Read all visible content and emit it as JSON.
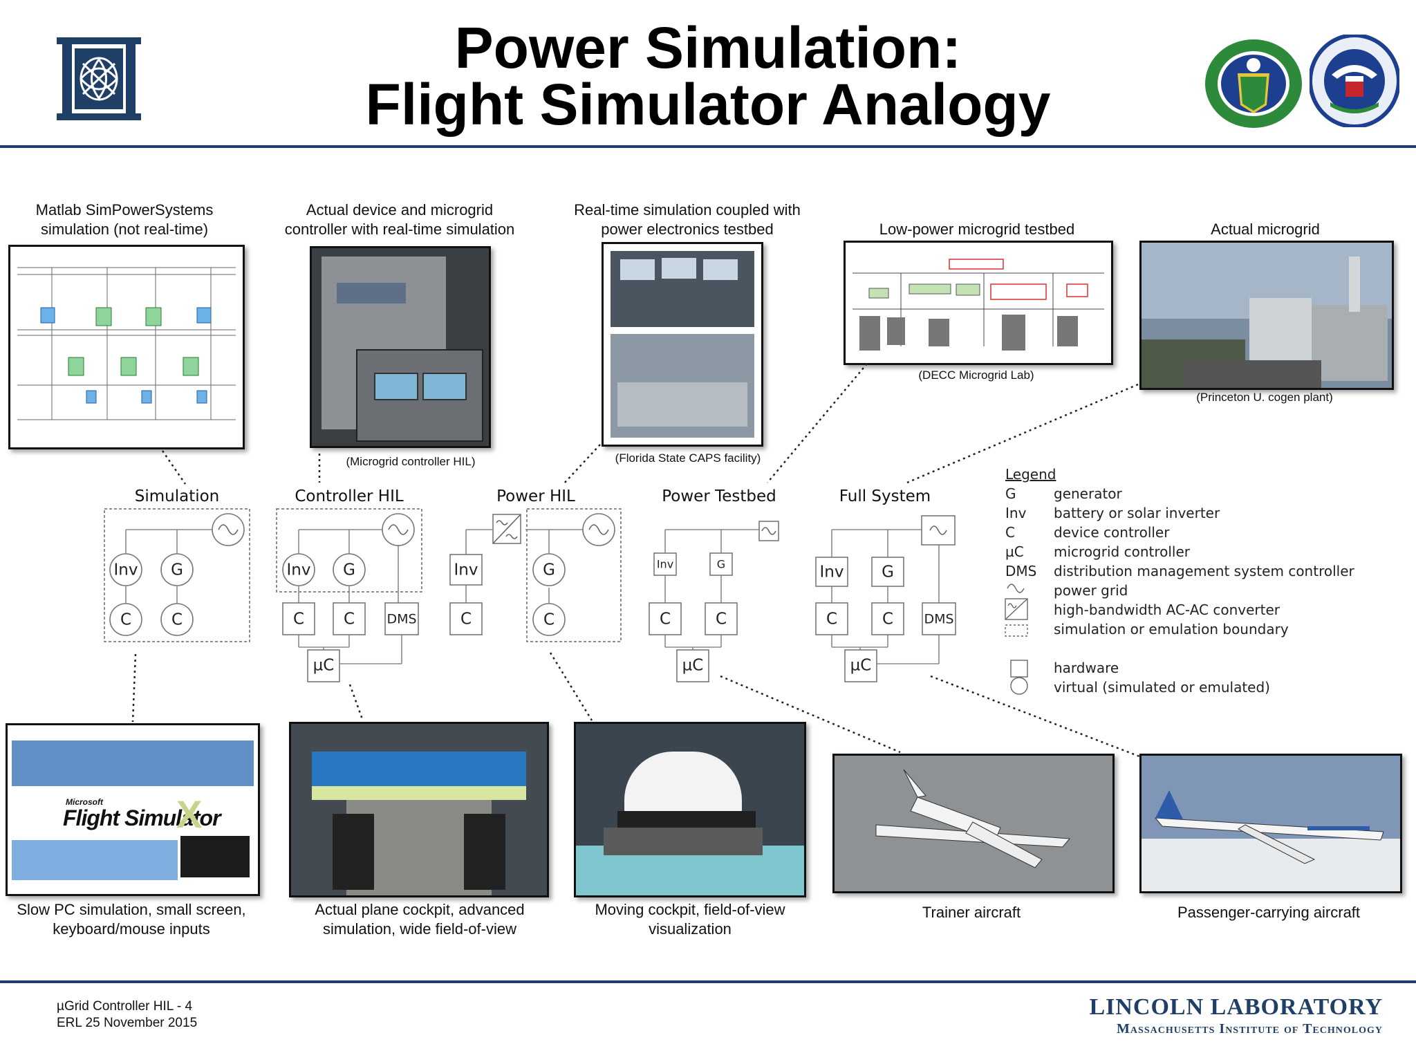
{
  "title": {
    "line1": "Power Simulation:",
    "line2": "Flight Simulator Analogy"
  },
  "top_captions": {
    "matlab": "Matlab SimPowerSystems simulation (not real-time)",
    "actual_device": "Actual device and microgrid controller with real-time simulation",
    "realtime": "Real-time simulation coupled with power electronics testbed",
    "low_power": "Low-power microgrid testbed",
    "actual_microgrid": "Actual microgrid"
  },
  "photo_notes": {
    "hil": "(Microgrid controller HIL)",
    "caps": "(Florida State CAPS facility)",
    "decc": "(DECC Microgrid Lab)",
    "princeton": "(Princeton U. cogen plant)"
  },
  "diagrams": {
    "simulation": "Simulation",
    "controller_hil": "Controller HIL",
    "power_hil": "Power HIL",
    "power_testbed": "Power Testbed",
    "full_system": "Full System"
  },
  "nodes": {
    "inv": "Inv",
    "g": "G",
    "c": "C",
    "dms": "DMS",
    "uc": "µC"
  },
  "legend": {
    "heading": "Legend",
    "rows": [
      {
        "key": "G",
        "desc": "generator"
      },
      {
        "key": "Inv",
        "desc": "battery or solar inverter"
      },
      {
        "key": "C",
        "desc": "device controller"
      },
      {
        "key": "µC",
        "desc": "microgrid controller"
      },
      {
        "key": "DMS",
        "desc": "distribution management system controller"
      },
      {
        "key": "",
        "desc": "power grid"
      },
      {
        "key": "",
        "desc": "high-bandwidth AC-AC converter"
      },
      {
        "key": "",
        "desc": "simulation or emulation boundary"
      },
      {
        "key": "",
        "desc": "hardware"
      },
      {
        "key": "",
        "desc": "virtual (simulated or emulated)"
      }
    ]
  },
  "bottom_captions": {
    "fsx": "Slow PC simulation, small screen, keyboard/mouse inputs",
    "cockpit": "Actual plane cockpit, advanced simulation, wide field-of-view",
    "moving": "Moving cockpit, field-of-view visualization",
    "trainer": "Trainer aircraft",
    "passenger": "Passenger-carrying aircraft"
  },
  "fsx_logo": {
    "brand": "Microsoft",
    "product": "Flight Simulator",
    "mark": "X"
  },
  "footer": {
    "line1": "µGrid Controller HIL - 4",
    "line2": "ERL 25 November 2015",
    "lab": "LINCOLN LABORATORY",
    "mit": "Massachusetts Institute of Technology"
  },
  "colors": {
    "accent": "#1f3f66",
    "doe_green": "#2d8a3a",
    "dhs_blue": "#1d3f8f"
  }
}
